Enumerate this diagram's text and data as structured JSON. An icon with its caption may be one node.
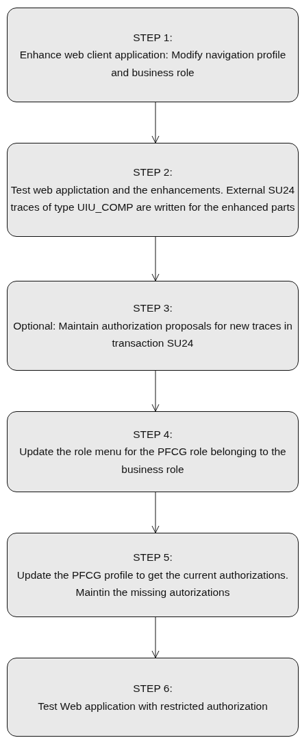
{
  "diagram": {
    "nodes": [
      {
        "text": [
          "STEP 1:",
          "Enhance web client application: Modify navigation profile and business role"
        ]
      },
      {
        "text": [
          "STEP 2:",
          "Test web applictation and the enhancements. External SU24 traces of type UIU_COMP are written for the enhanced parts"
        ]
      },
      {
        "text": [
          "STEP 3:",
          "Optional: Maintain authorization proposals for new traces in transaction SU24"
        ]
      },
      {
        "text": [
          "STEP 4:",
          "Update the role menu for the PFCG role belonging to the business role"
        ]
      },
      {
        "text": [
          "STEP 5:",
          "Update the PFCG profile to get the current authorizations. Maintin the missing autorizations"
        ]
      },
      {
        "text": [
          "STEP 6:",
          "Test Web application with restricted authorization"
        ]
      }
    ],
    "edges": [
      {
        "from": 0,
        "to": 1,
        "arrow": "to"
      },
      {
        "from": 1,
        "to": 2,
        "arrow": "to"
      },
      {
        "from": 2,
        "to": 3,
        "arrow": "to"
      },
      {
        "from": 3,
        "to": 4,
        "arrow": "to"
      },
      {
        "from": 4,
        "to": 5,
        "arrow": "to"
      }
    ]
  }
}
